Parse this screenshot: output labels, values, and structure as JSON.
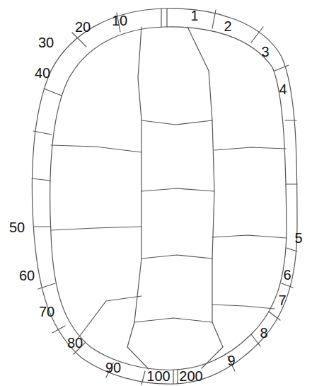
{
  "diagram": {
    "labels": [
      "1",
      "2",
      "3",
      "4",
      "5",
      "6",
      "7",
      "8",
      "9",
      "200",
      "100",
      "90",
      "80",
      "70",
      "60",
      "50",
      "40",
      "30",
      "20",
      "10"
    ]
  }
}
